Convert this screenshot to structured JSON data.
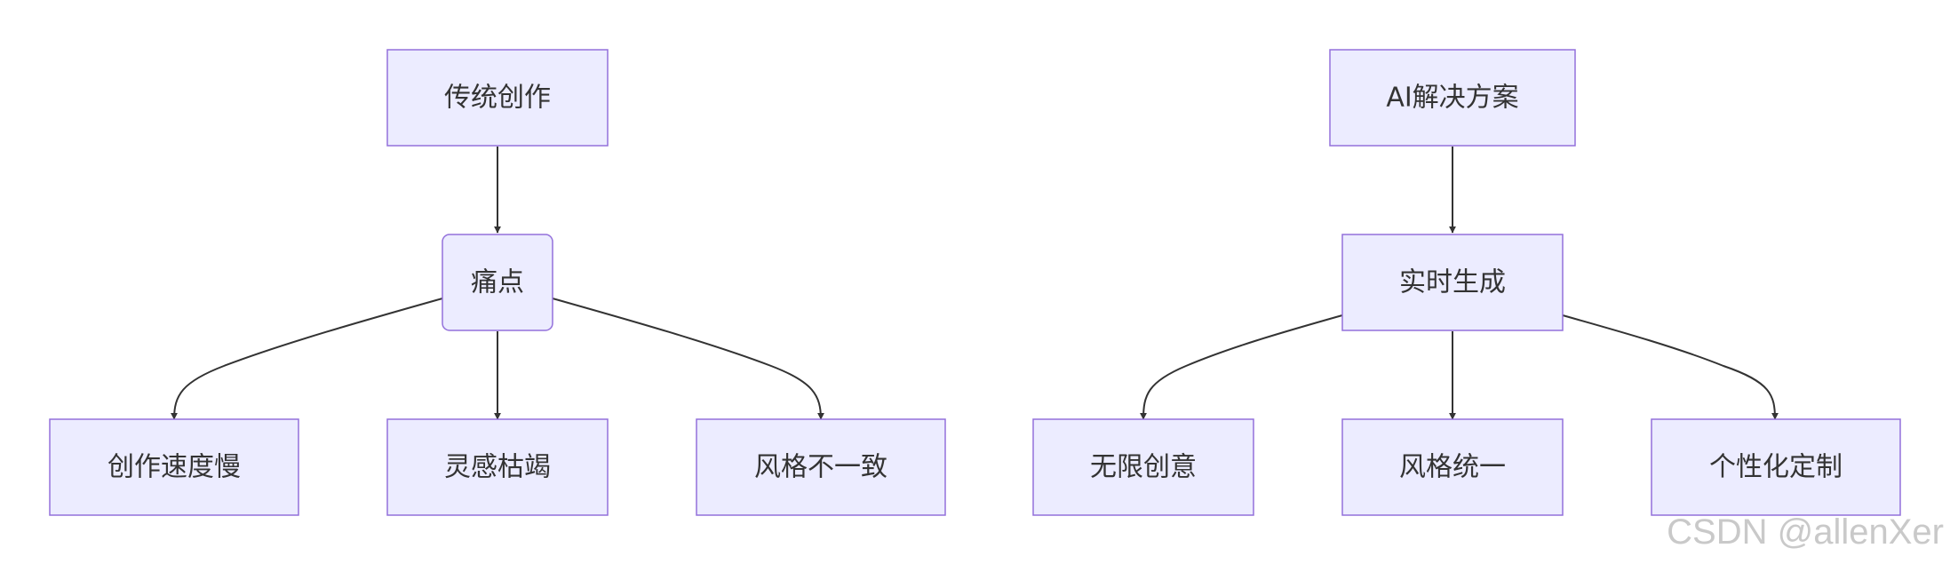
{
  "diagram": {
    "left": {
      "root": "传统创作",
      "middle": "痛点",
      "leaves": [
        "创作速度慢",
        "灵感枯竭",
        "风格不一致"
      ]
    },
    "right": {
      "root": "AI解决方案",
      "middle": "实时生成",
      "leaves": [
        "无限创意",
        "风格统一",
        "个性化定制"
      ]
    }
  },
  "watermark": "CSDN @allenXer"
}
